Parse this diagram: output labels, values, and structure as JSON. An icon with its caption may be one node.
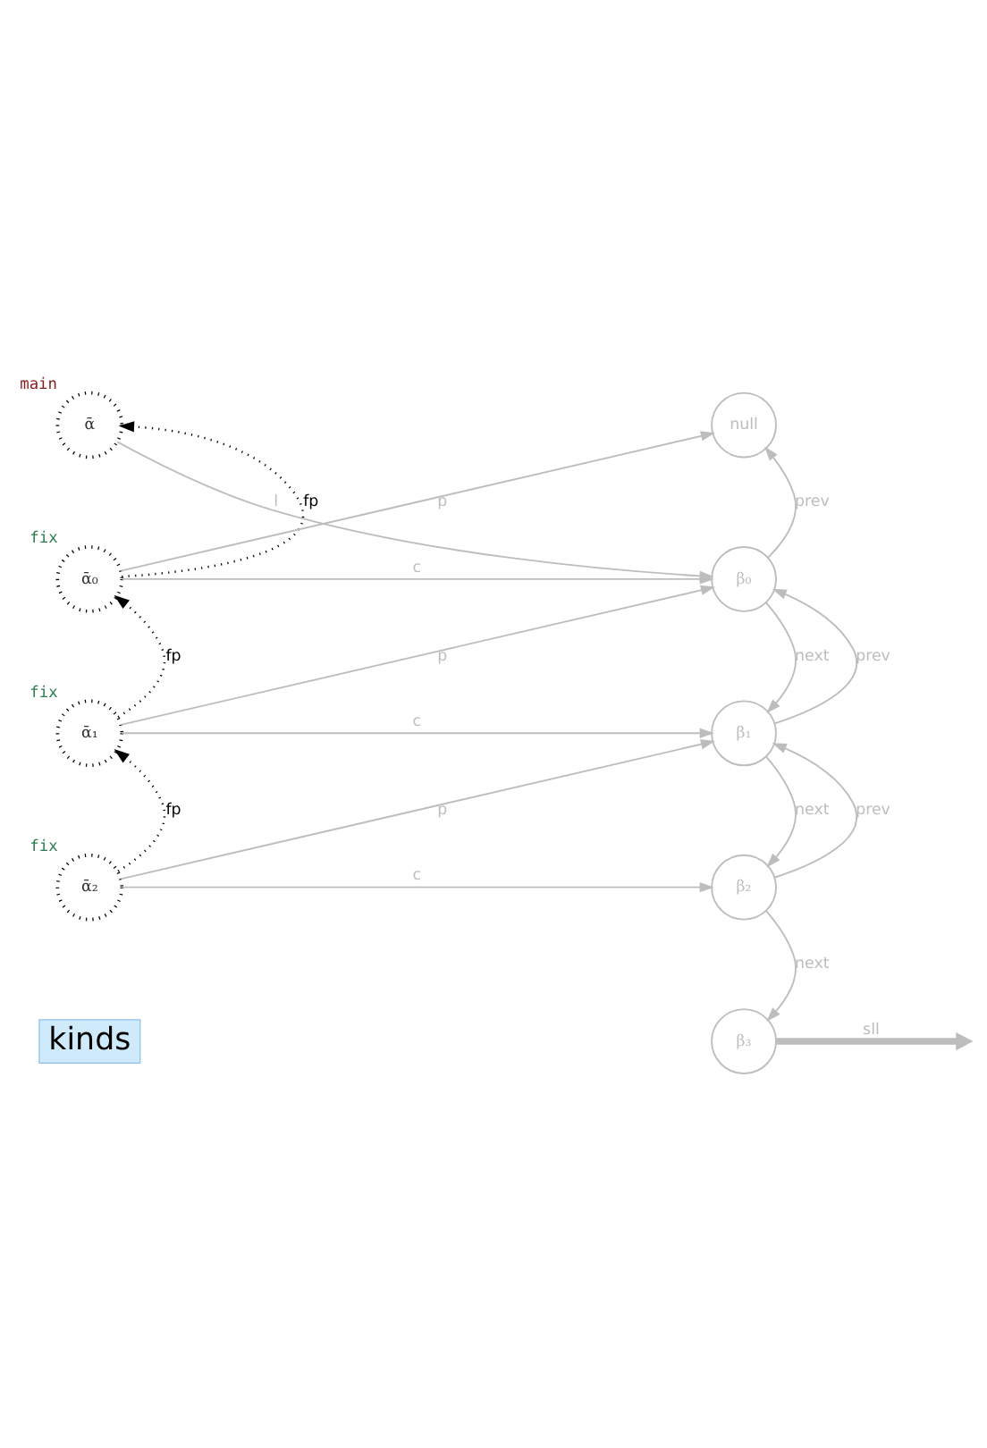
{
  "diagram": {
    "nodes": [
      {
        "text": [
          "ᾱ"
        ],
        "beside": [
          "main"
        ]
      },
      {
        "text": [
          "ᾱ₀"
        ],
        "beside": [
          "fix"
        ]
      },
      {
        "text": [
          "ᾱ₁"
        ],
        "beside": [
          "fix"
        ]
      },
      {
        "text": [
          "ᾱ₂"
        ],
        "beside": [
          "fix"
        ]
      },
      {
        "text": [
          "null"
        ]
      },
      {
        "text": [
          "β₀"
        ]
      },
      {
        "text": [
          "β₁"
        ]
      },
      {
        "text": [
          "β₂"
        ]
      },
      {
        "text": [
          "β₃"
        ]
      },
      {
        "text": [
          "kinds"
        ]
      }
    ],
    "edges": [
      {
        "from": 0,
        "to": 5,
        "arrow": "to",
        "label": "l"
      },
      {
        "from": 1,
        "to": 4,
        "arrow": "to",
        "label": "p"
      },
      {
        "from": 1,
        "to": 5,
        "arrow": "to",
        "label": "c"
      },
      {
        "from": 2,
        "to": 5,
        "arrow": "to",
        "label": "p"
      },
      {
        "from": 2,
        "to": 6,
        "arrow": "to",
        "label": "c"
      },
      {
        "from": 3,
        "to": 6,
        "arrow": "to",
        "label": "p"
      },
      {
        "from": 3,
        "to": 7,
        "arrow": "to",
        "label": "c"
      },
      {
        "from": 5,
        "to": 4,
        "arrow": "to",
        "label": "prev"
      },
      {
        "from": 5,
        "to": 6,
        "arrow": "to",
        "label": "next"
      },
      {
        "from": 6,
        "to": 5,
        "arrow": "to",
        "label": "prev"
      },
      {
        "from": 6,
        "to": 7,
        "arrow": "to",
        "label": "next"
      },
      {
        "from": 7,
        "to": 6,
        "arrow": "to",
        "label": "prev"
      },
      {
        "from": 7,
        "to": 8,
        "arrow": "to",
        "label": "next"
      },
      {
        "from": 8,
        "to": null,
        "arrow": "to",
        "label": "sll",
        "style": "thick"
      },
      {
        "from": 1,
        "to": 0,
        "arrow": "to",
        "label": "fp",
        "style": "dashed",
        "color": "#000000"
      },
      {
        "from": 2,
        "to": 1,
        "arrow": "to",
        "label": "fp",
        "style": "dashed",
        "color": "#000000"
      },
      {
        "from": 3,
        "to": 2,
        "arrow": "to",
        "label": "fp",
        "style": "dashed",
        "color": "#000000"
      }
    ]
  }
}
